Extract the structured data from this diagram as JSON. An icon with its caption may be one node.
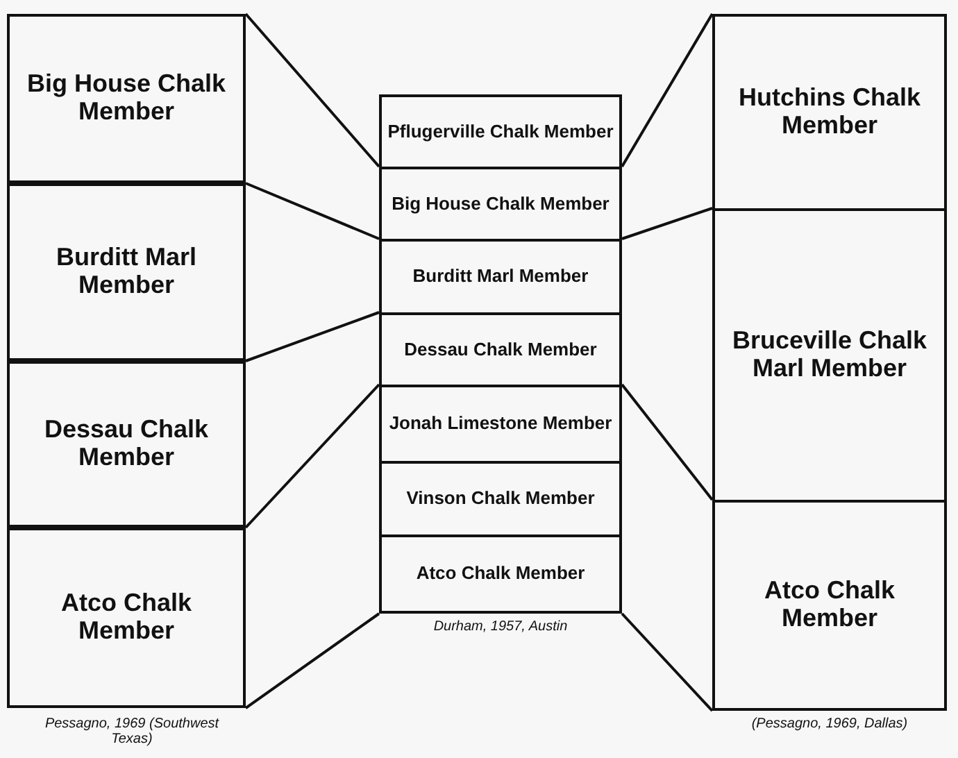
{
  "diagram": {
    "nodes": [
      {
        "text": [
          "Big House Chalk Member"
        ]
      },
      {
        "text": [
          "Burditt Marl Member"
        ]
      },
      {
        "text": [
          "Dessau Chalk Member"
        ]
      },
      {
        "text": [
          "Atco Chalk Member"
        ]
      },
      {
        "text": [
          "Pflugerville Chalk Member"
        ]
      },
      {
        "text": [
          "Big House Chalk Member"
        ]
      },
      {
        "text": [
          "Burditt Marl Member"
        ]
      },
      {
        "text": [
          "Dessau Chalk Member"
        ]
      },
      {
        "text": [
          "Jonah Limestone Member"
        ]
      },
      {
        "text": [
          "Vinson Chalk Member"
        ]
      },
      {
        "text": [
          "Atco Chalk Member"
        ]
      },
      {
        "text": [
          "Hutchins Chalk Member"
        ]
      },
      {
        "text": [
          "Bruceville Chalk Marl Member"
        ]
      },
      {
        "text": [
          "Atco Chalk Member"
        ]
      }
    ],
    "edges": [
      {
        "from": 0,
        "to": 5,
        "arrow": "none"
      },
      {
        "from": 1,
        "to": 6,
        "arrow": "none"
      },
      {
        "from": 2,
        "to": 7,
        "arrow": "none"
      },
      {
        "from": 3,
        "to": 8,
        "arrow": "none"
      },
      {
        "from": 3,
        "to": 10,
        "arrow": "none"
      },
      {
        "from": 11,
        "to": 5,
        "arrow": "none"
      },
      {
        "from": 12,
        "to": 6,
        "arrow": "none"
      },
      {
        "from": 13,
        "to": 8,
        "arrow": "none"
      },
      {
        "from": 13,
        "to": 10,
        "arrow": "none"
      }
    ],
    "labels": [
      "Pessagno, 1969 (Southwest Texas)",
      "Durham, 1957, Austin",
      "(Pessagno, 1969, Dallas)"
    ]
  }
}
